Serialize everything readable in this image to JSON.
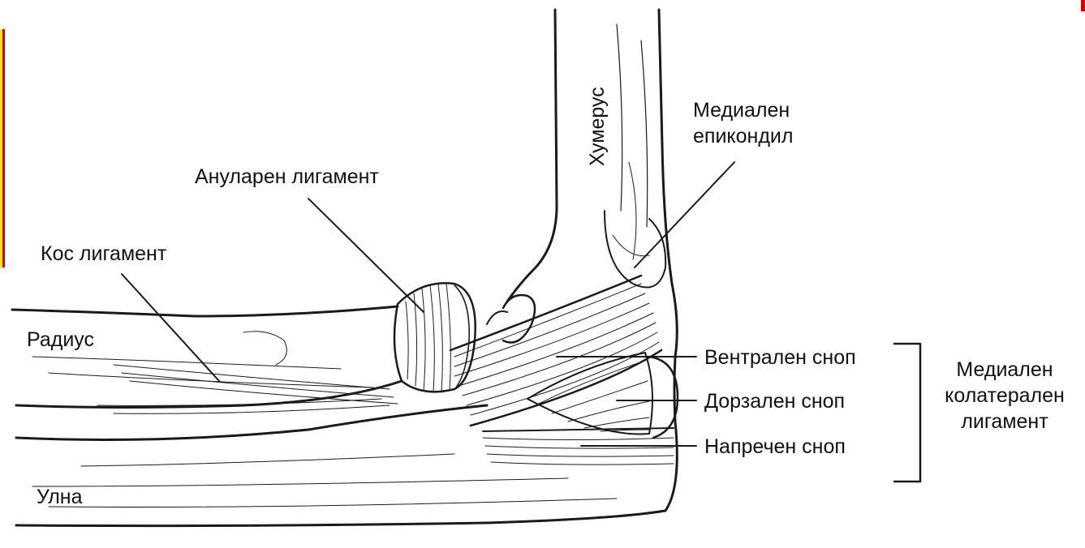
{
  "labels": {
    "annular_ligament": "Ануларен лигамент",
    "oblique_ligament": "Кос лигамент",
    "radius": "Радиус",
    "ulna": "Улна",
    "humerus": "Хумерус",
    "medial_epicondyle": [
      "Медиален",
      "епикондил"
    ],
    "ventral_bundle": "Вентрален сноп",
    "dorsal_bundle": "Дорзален сноп",
    "transverse_bundle": "Напречен сноп",
    "medial_collateral_ligament": [
      "Медиален",
      "колатерален",
      "лигамент"
    ]
  },
  "colors": {
    "line": "#1a1a1a",
    "frame_yellow": "#f6ee00",
    "frame_red": "#d40000",
    "background": "#ffffff"
  }
}
